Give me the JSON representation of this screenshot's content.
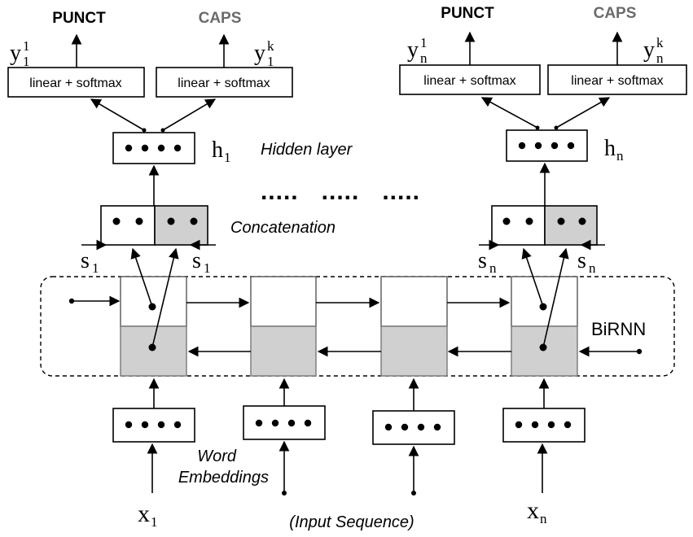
{
  "outputs": {
    "punct": "PUNCT",
    "caps": "CAPS",
    "classifier": "linear + softmax",
    "y_first": {
      "base": "y",
      "sub": "1",
      "sup_left": "1",
      "sup_right": "k"
    },
    "y_last": {
      "base": "y",
      "sub": "n",
      "sup_left": "1",
      "sup_right": "k"
    }
  },
  "hidden": {
    "label": "Hidden layer",
    "h_first": {
      "base": "h",
      "sub": "1"
    },
    "h_last": {
      "base": "h",
      "sub": "n"
    }
  },
  "concat": {
    "label": "Concatenation",
    "s_first": {
      "base": "s",
      "sub": "1"
    },
    "s_last": {
      "base": "s",
      "sub": "n"
    }
  },
  "ellipsis": ".....   .....   .....",
  "birnn": {
    "label": "BiRNN"
  },
  "embeddings": {
    "label_line1": "Word",
    "label_line2": "Embeddings"
  },
  "inputs": {
    "x_first": {
      "base": "x",
      "sub": "1"
    },
    "x_last": {
      "base": "x",
      "sub": "n"
    },
    "sequence_label": "(Input Sequence)"
  },
  "colors": {
    "line": "#000000",
    "backward_state_fill": "#d0d0d0",
    "forward_state_fill": "#ffffff"
  }
}
